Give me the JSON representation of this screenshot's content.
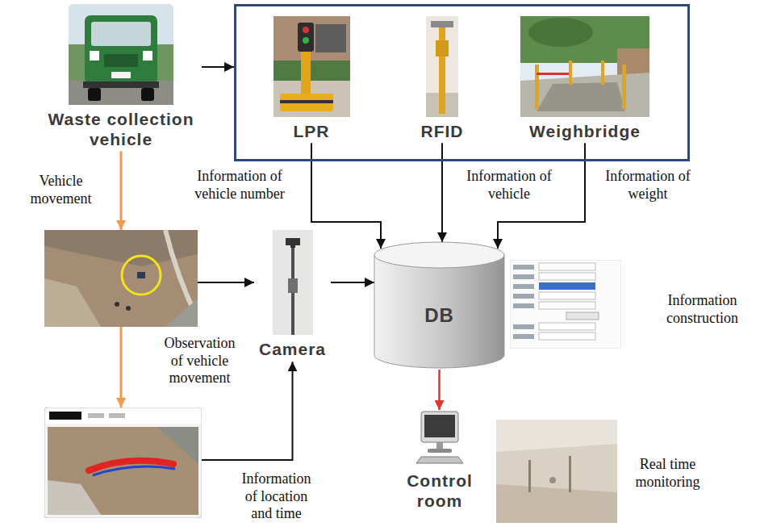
{
  "diagram": {
    "nodes": [
      {
        "text": [
          "Waste collection vehicle"
        ]
      },
      {
        "text": []
      },
      {
        "text": [
          "LPR"
        ],
        "in": 1
      },
      {
        "text": [
          "RFID"
        ],
        "in": 1
      },
      {
        "text": [
          "Weighbridge"
        ],
        "in": 1
      },
      {
        "text": []
      },
      {
        "text": [
          "Camera"
        ]
      },
      {
        "text": []
      },
      {
        "text": [
          "DB"
        ]
      },
      {
        "text": [
          "Control room"
        ]
      },
      {
        "text": [
          "Real time monitoring"
        ]
      }
    ],
    "edges": [
      {
        "from": 0,
        "to": 1,
        "arrow": "to"
      },
      {
        "from": 0,
        "to": 5,
        "label": "Vehicle movement",
        "arrow": "to"
      },
      {
        "from": 5,
        "to": 6,
        "label": "Observation of vehicle movement",
        "arrow": "to"
      },
      {
        "from": 5,
        "to": 7,
        "arrow": "to"
      },
      {
        "from": 7,
        "to": 6,
        "label": "Information of location and time",
        "arrow": "to"
      },
      {
        "from": 6,
        "to": 8,
        "arrow": "to"
      },
      {
        "from": 2,
        "to": 8,
        "label": "Information of vehicle number",
        "arrow": "to"
      },
      {
        "from": 3,
        "to": 8,
        "label": "Information of vehicle",
        "arrow": "to"
      },
      {
        "from": 4,
        "to": 8,
        "label": "Information of weight",
        "arrow": "to"
      },
      {
        "from": 8,
        "to": 9,
        "arrow": "to"
      }
    ],
    "labels": [
      "Information construction"
    ]
  }
}
